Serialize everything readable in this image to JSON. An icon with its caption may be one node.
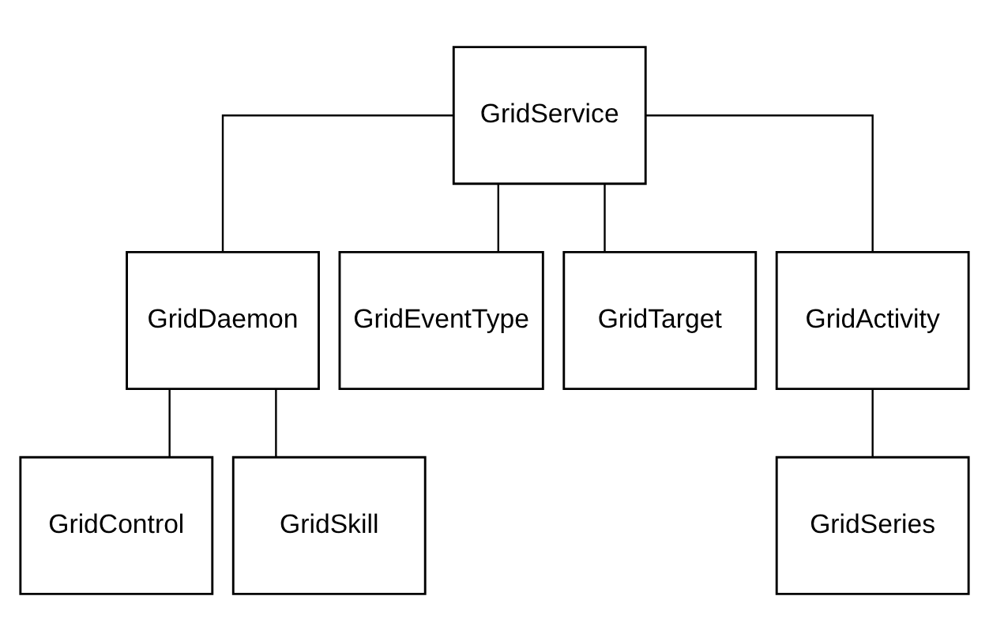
{
  "diagram": {
    "nodes": [
      {
        "text": [
          "GridService"
        ]
      },
      {
        "text": [
          "GridDaemon"
        ]
      },
      {
        "text": [
          "GridEventType"
        ]
      },
      {
        "text": [
          "GridTarget"
        ]
      },
      {
        "text": [
          "GridActivity"
        ]
      },
      {
        "text": [
          "GridControl"
        ]
      },
      {
        "text": [
          "GridSkill"
        ]
      },
      {
        "text": [
          "GridSeries"
        ]
      }
    ],
    "edges": [
      {
        "from": 0,
        "to": 1,
        "arrow": "none"
      },
      {
        "from": 0,
        "to": 2,
        "arrow": "none"
      },
      {
        "from": 0,
        "to": 3,
        "arrow": "none"
      },
      {
        "from": 0,
        "to": 4,
        "arrow": "none"
      },
      {
        "from": 1,
        "to": 5,
        "arrow": "none"
      },
      {
        "from": 1,
        "to": 6,
        "arrow": "none"
      },
      {
        "from": 4,
        "to": 7,
        "arrow": "none"
      }
    ]
  }
}
